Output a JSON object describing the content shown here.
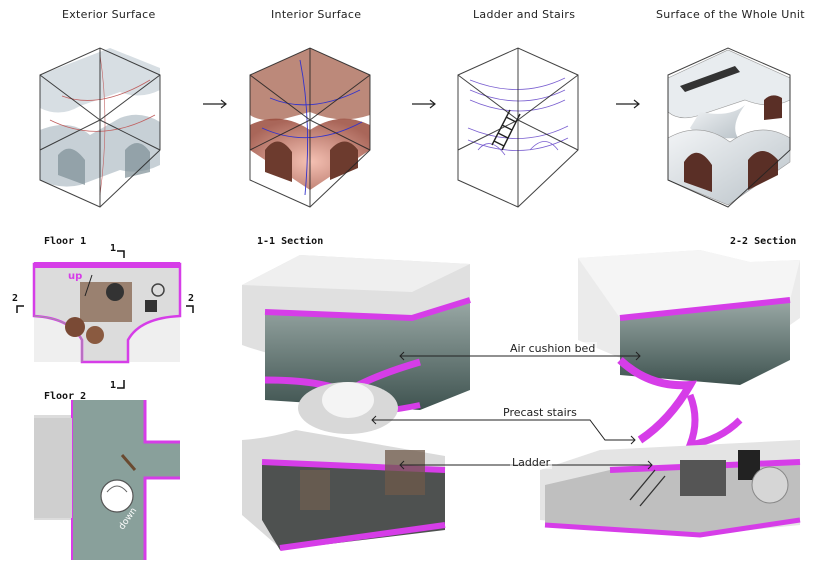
{
  "steps": [
    {
      "title": "Exterior Surface"
    },
    {
      "title": "Interior Surface"
    },
    {
      "title": "Ladder and Stairs"
    },
    {
      "title": "Surface of the Whole Unit"
    }
  ],
  "floors": {
    "floor1": {
      "title": "Floor 1",
      "up_label": "up"
    },
    "floor2": {
      "title": "Floor 2",
      "down_label": "down"
    },
    "section_markers": [
      "1",
      "2",
      "2",
      "1"
    ]
  },
  "sections": {
    "s1": {
      "title": "1-1 Section"
    },
    "s2": {
      "title": "2-2 Section"
    }
  },
  "annotations": [
    {
      "label": "Air cushion bed"
    },
    {
      "label": "Precast stairs"
    },
    {
      "label": "Ladder"
    }
  ],
  "colors": {
    "accent": "#d63de8",
    "interior": "#5a6e6a",
    "shell": "#e6e6e6"
  }
}
